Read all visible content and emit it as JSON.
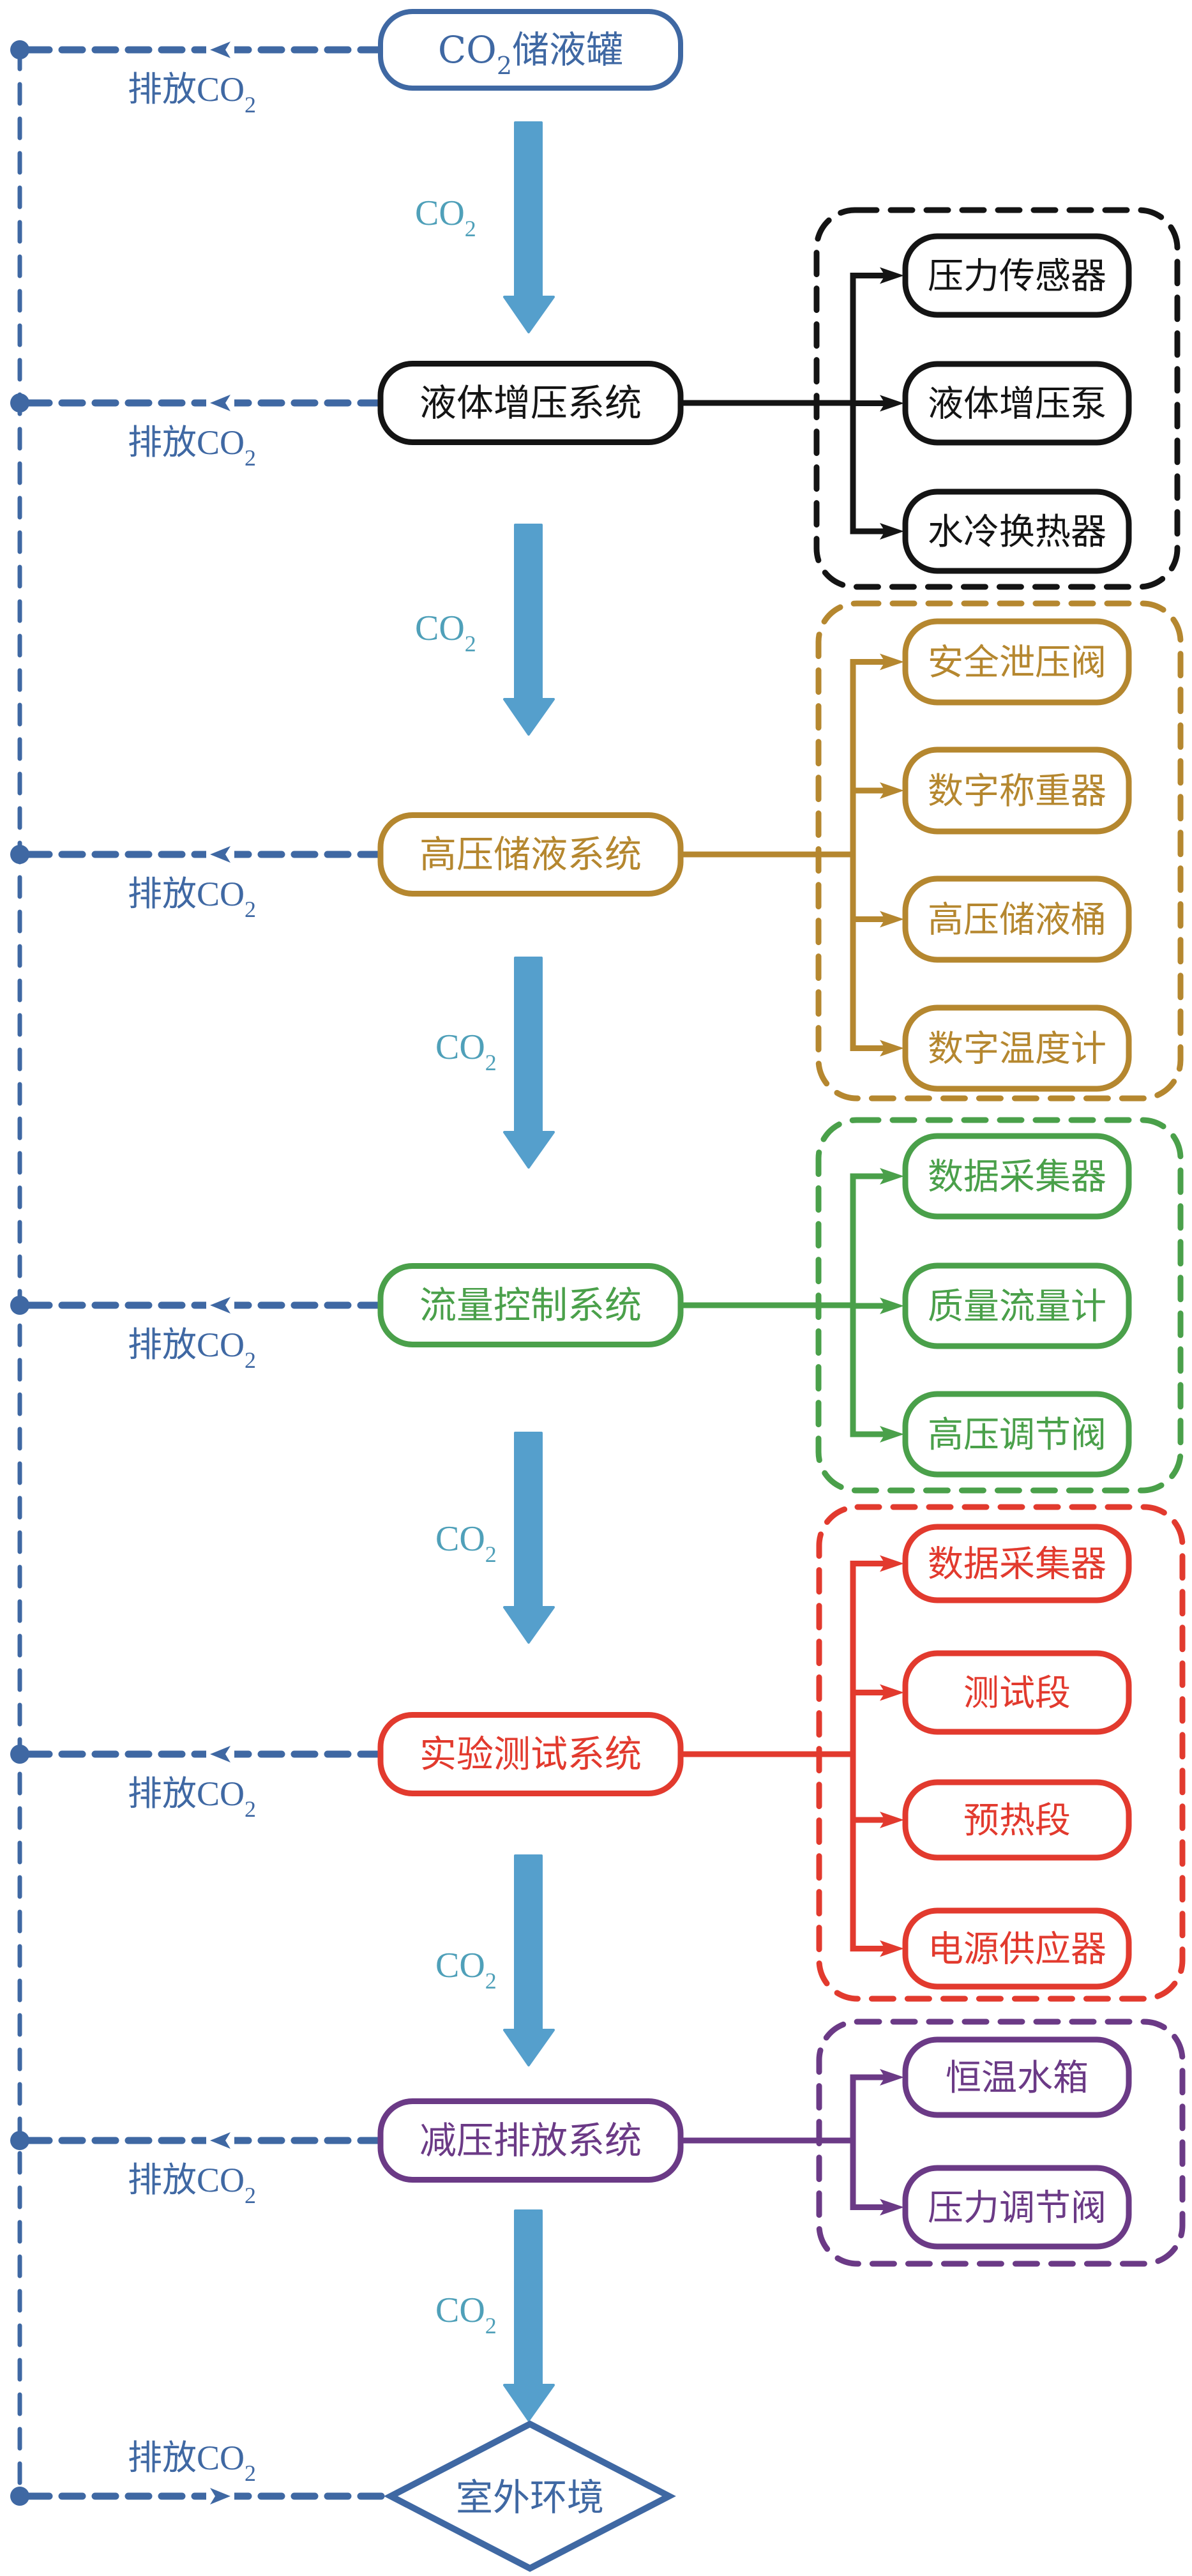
{
  "colors": {
    "vent_line": "#3f68a3",
    "flow_arrow": "#559fcc",
    "flow_label": "#4fa0b9",
    "tank": "#3f68a3",
    "outdoor": "#3f68a3"
  },
  "labels": {
    "flow": "CO",
    "flow_sub": "2",
    "vent": "排放CO",
    "vent_sub": "2"
  },
  "source": {
    "prefix": "CO",
    "sub": "2",
    "suffix": "储液罐",
    "color": "#3f68a3"
  },
  "sink": {
    "label": "室外环境",
    "color": "#3f68a3"
  },
  "systems": [
    {
      "name": "液体增压系统",
      "color": "#141414",
      "components": [
        "压力传感器",
        "液体增压泵",
        "水冷换热器"
      ]
    },
    {
      "name": "高压储液系统",
      "color": "#b5872f",
      "components": [
        "安全泄压阀",
        "数字称重器",
        "高压储液桶",
        "数字温度计"
      ]
    },
    {
      "name": "流量控制系统",
      "color": "#4aa04a",
      "components": [
        "数据采集器",
        "质量流量计",
        "高压调节阀"
      ]
    },
    {
      "name": "实验测试系统",
      "color": "#e23a2e",
      "components": [
        "数据采集器",
        "测试段",
        "预热段",
        "电源供应器"
      ]
    },
    {
      "name": "减压排放系统",
      "color": "#6b3a86",
      "components": [
        "恒温水箱",
        "压力调节阀"
      ]
    }
  ]
}
